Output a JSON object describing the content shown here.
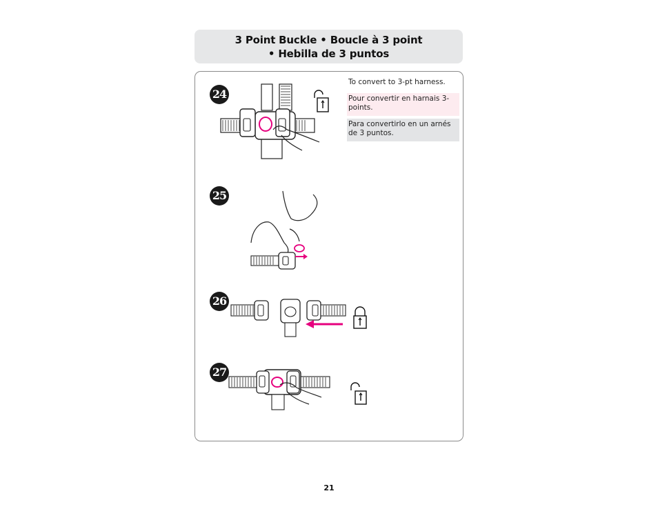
{
  "header": {
    "title_line1": "3 Point Buckle  •  Boucle à 3 point",
    "title_line2": "•  Hebilla de 3 puntos"
  },
  "steps": [
    {
      "number": "24"
    },
    {
      "number": "25"
    },
    {
      "number": "26"
    },
    {
      "number": "27"
    }
  ],
  "instructions": {
    "en": "To convert to 3-pt harness.",
    "fr": "Pour convertir en harnais 3-points.",
    "es": "Para convertirlo en un arnés de 3 puntos."
  },
  "icons": {
    "step24_lock": "unlocked-padlock-icon",
    "step26_lock": "locked-padlock-icon",
    "step27_lock": "unlocked-padlock-icon"
  },
  "colors": {
    "accent": "#e6007e",
    "title_bg": "#e6e7e8",
    "pink_bg": "#fdebef",
    "gray_bg": "#e3e4e6"
  },
  "footer": {
    "page_number": "21"
  }
}
